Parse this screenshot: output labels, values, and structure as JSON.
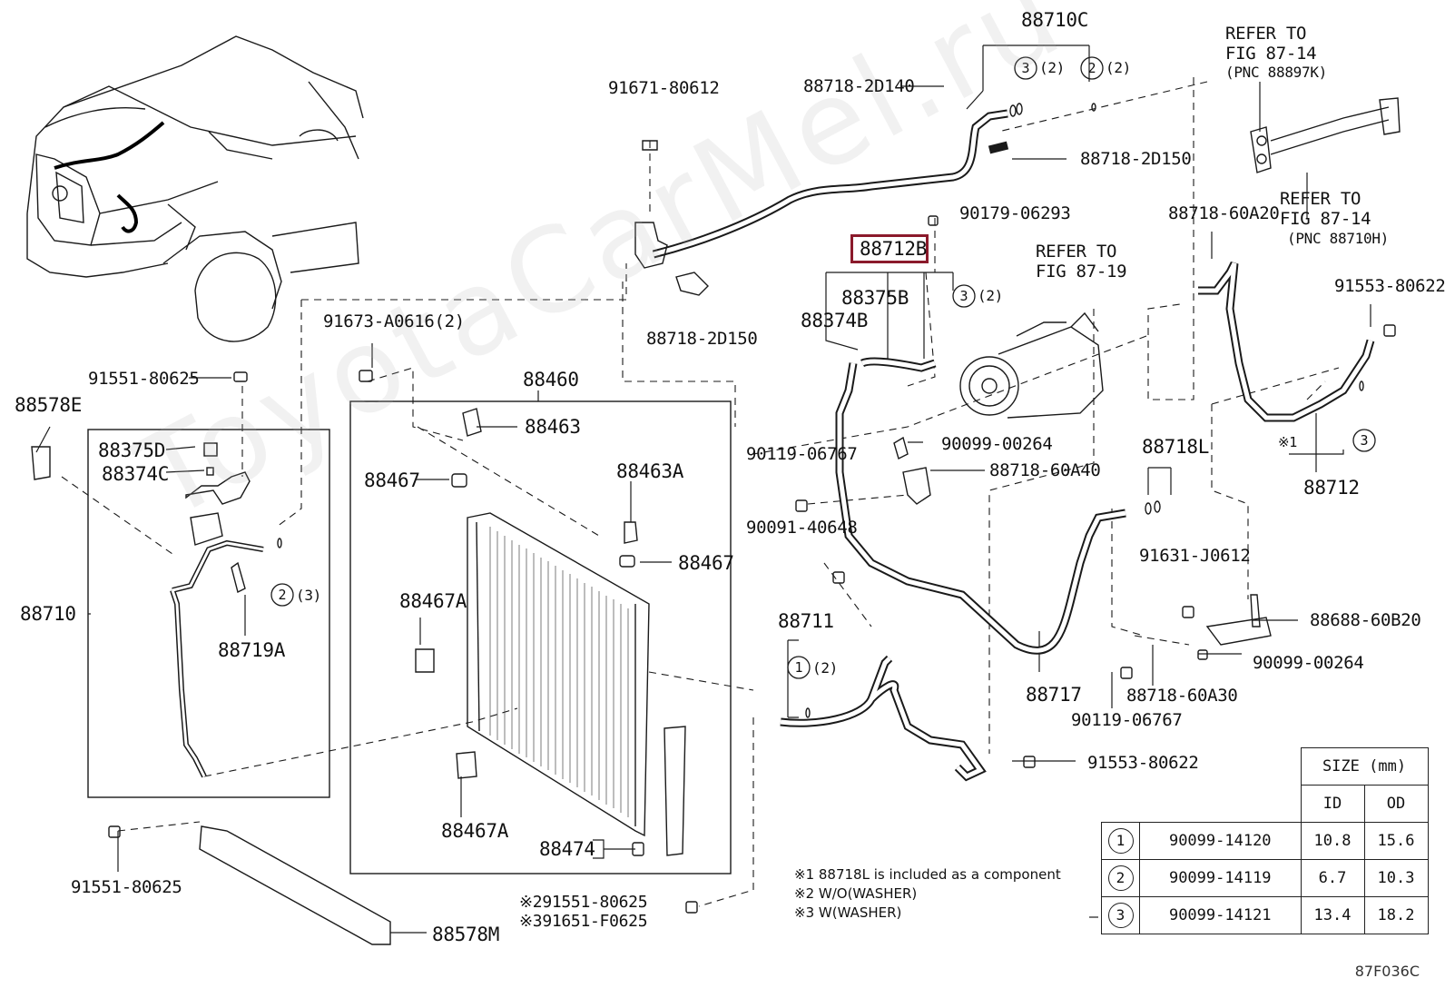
{
  "watermark": "ToyotaCarMel.ru",
  "highlight": {
    "part": "88712B",
    "color": "#8b1a2b"
  },
  "callouts": [
    {
      "id": "c1",
      "text": "88710C"
    },
    {
      "id": "c2",
      "text": "REFER TO"
    },
    {
      "id": "c3",
      "text": "FIG 87-14"
    },
    {
      "id": "c4",
      "text": "(PNC 88897K)"
    },
    {
      "id": "c5",
      "text": "91671-80612"
    },
    {
      "id": "c6",
      "text": "88718-2D140"
    },
    {
      "id": "c7",
      "text": "88718-2D150"
    },
    {
      "id": "c8",
      "text": "REFER TO"
    },
    {
      "id": "c9",
      "text": "FIG 87-14"
    },
    {
      "id": "c10",
      "text": "(PNC 88710H)"
    },
    {
      "id": "c11",
      "text": "90179-06293"
    },
    {
      "id": "c12",
      "text": "88718-60A20"
    },
    {
      "id": "c13",
      "text": "88712B"
    },
    {
      "id": "c14",
      "text": "REFER TO"
    },
    {
      "id": "c15",
      "text": "FIG 87-19"
    },
    {
      "id": "c16",
      "text": "88375B"
    },
    {
      "id": "c17",
      "text": "88374B"
    },
    {
      "id": "c18",
      "text": "91553-80622"
    },
    {
      "id": "c19",
      "text": "88718-2D150"
    },
    {
      "id": "c20",
      "text": "91673-A0616(2)"
    },
    {
      "id": "c21",
      "text": "91551-80625"
    },
    {
      "id": "c22",
      "text": "88460"
    },
    {
      "id": "c23",
      "text": "88578E"
    },
    {
      "id": "c24",
      "text": "88375D"
    },
    {
      "id": "c25",
      "text": "88374C"
    },
    {
      "id": "c26",
      "text": "88463"
    },
    {
      "id": "c27",
      "text": "90119-06767"
    },
    {
      "id": "c28",
      "text": "90099-00264"
    },
    {
      "id": "c29",
      "text": "88718L"
    },
    {
      "id": "c30",
      "text": "※1"
    },
    {
      "id": "c31",
      "text": "88712"
    },
    {
      "id": "c32",
      "text": "88467"
    },
    {
      "id": "c33",
      "text": "88463A"
    },
    {
      "id": "c34",
      "text": "88718-60A40"
    },
    {
      "id": "c35",
      "text": "90091-40648"
    },
    {
      "id": "c36",
      "text": "91631-J0612"
    },
    {
      "id": "c37",
      "text": "88467"
    },
    {
      "id": "c38",
      "text": "88710"
    },
    {
      "id": "c39",
      "text": "88467A"
    },
    {
      "id": "c40",
      "text": "88688-60B20"
    },
    {
      "id": "c41",
      "text": "88719A"
    },
    {
      "id": "c42",
      "text": "88711"
    },
    {
      "id": "c43",
      "text": "90099-00264"
    },
    {
      "id": "c44",
      "text": "88717"
    },
    {
      "id": "c45",
      "text": "88718-60A30"
    },
    {
      "id": "c46",
      "text": "90119-06767"
    },
    {
      "id": "c47",
      "text": "91553-80622"
    },
    {
      "id": "c48",
      "text": "88467A"
    },
    {
      "id": "c49",
      "text": "88474"
    },
    {
      "id": "c50",
      "text": "91551-80625"
    },
    {
      "id": "c51",
      "text": "※291551-80625"
    },
    {
      "id": "c52",
      "text": "※391651-F0625"
    },
    {
      "id": "c53",
      "text": "88578M"
    },
    {
      "id": "c54",
      "text": "(2)"
    },
    {
      "id": "c55",
      "text": "(2)"
    },
    {
      "id": "c56",
      "text": "(2)"
    },
    {
      "id": "c57",
      "text": "(3)"
    },
    {
      "id": "c58",
      "text": "(2)"
    }
  ],
  "circle_marks": [
    {
      "id": "m1",
      "num": "3"
    },
    {
      "id": "m2",
      "num": "2"
    },
    {
      "id": "m3",
      "num": "3"
    },
    {
      "id": "m4",
      "num": "3"
    },
    {
      "id": "m5",
      "num": "2"
    },
    {
      "id": "m6",
      "num": "1"
    }
  ],
  "notes": [
    "※1 88718L is included as a component",
    "※2 W/O(WASHER)",
    "※3 W(WASHER)"
  ],
  "size_table": {
    "header": "SIZE (mm)",
    "cols": [
      "ID",
      "OD"
    ],
    "rows": [
      {
        "no": "1",
        "part": "90099-14120",
        "id": "10.8",
        "od": "15.6"
      },
      {
        "no": "2",
        "part": "90099-14119",
        "id": "6.7",
        "od": "10.3"
      },
      {
        "no": "3",
        "part": "90099-14121",
        "id": "13.4",
        "od": "18.2"
      }
    ]
  },
  "figure_code": "87F036C"
}
